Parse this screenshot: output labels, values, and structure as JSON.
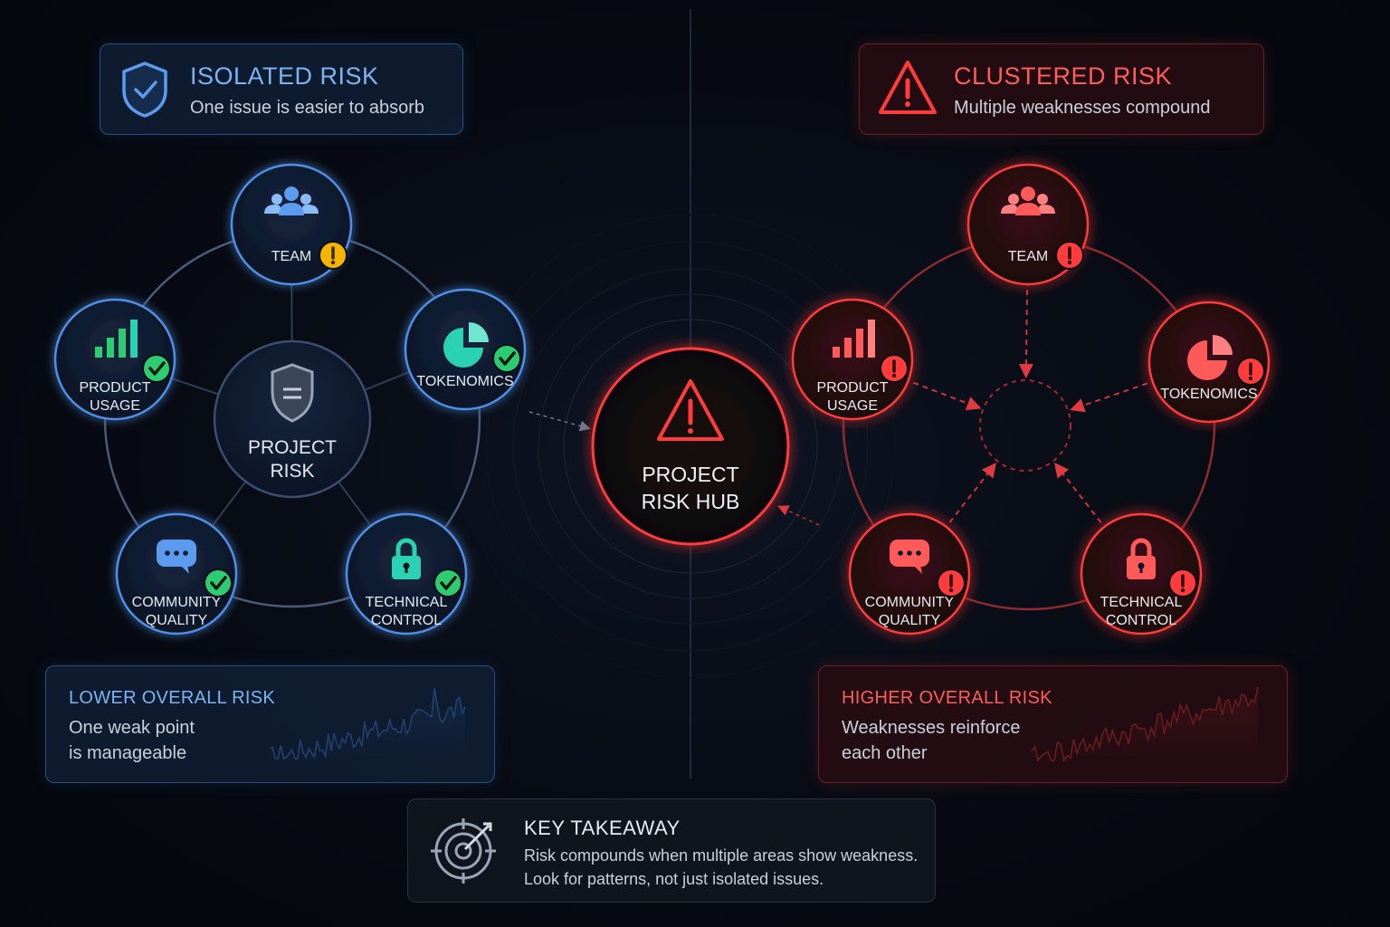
{
  "left_header": {
    "title": "ISOLATED RISK",
    "subtitle": "One issue is easier to absorb",
    "icon": "shield-check-icon"
  },
  "right_header": {
    "title": "CLUSTERED RISK",
    "subtitle": "Multiple weaknesses compound",
    "icon": "warning-triangle-icon"
  },
  "left_center": {
    "line1": "PROJECT",
    "line2": "RISK"
  },
  "hub": {
    "line1": "PROJECT",
    "line2": "RISK HUB"
  },
  "left_nodes": [
    {
      "label1": "TEAM",
      "label2": "",
      "icon": "team-icon",
      "status": "warning"
    },
    {
      "label1": "TOKENOMICS",
      "label2": "",
      "icon": "pie-chart-icon",
      "status": "ok"
    },
    {
      "label1": "TECHNICAL",
      "label2": "CONTROL",
      "icon": "lock-icon",
      "status": "ok"
    },
    {
      "label1": "COMMUNITY",
      "label2": "QUALITY",
      "icon": "chat-icon",
      "status": "ok"
    },
    {
      "label1": "PRODUCT",
      "label2": "USAGE",
      "icon": "bar-chart-icon",
      "status": "ok"
    }
  ],
  "right_nodes": [
    {
      "label1": "TEAM",
      "label2": "",
      "icon": "team-icon",
      "status": "alert"
    },
    {
      "label1": "TOKENOMICS",
      "label2": "",
      "icon": "pie-chart-icon",
      "status": "alert"
    },
    {
      "label1": "TECHNICAL",
      "label2": "CONTROL",
      "icon": "lock-icon",
      "status": "alert"
    },
    {
      "label1": "COMMUNITY",
      "label2": "QUALITY",
      "icon": "chat-icon",
      "status": "alert"
    },
    {
      "label1": "PRODUCT",
      "label2": "USAGE",
      "icon": "bar-chart-icon",
      "status": "alert"
    }
  ],
  "left_summary": {
    "title": "LOWER OVERALL RISK",
    "line1": "One weak point",
    "line2": "is manageable"
  },
  "right_summary": {
    "title": "HIGHER OVERALL RISK",
    "line1": "Weaknesses reinforce",
    "line2": "each other"
  },
  "takeaway": {
    "title": "KEY TAKEAWAY",
    "line1": "Risk compounds when multiple areas show weakness.",
    "line2": "Look for patterns, not just isolated issues.",
    "icon": "target-icon"
  },
  "colors": {
    "blue": "#5b9cf0",
    "red": "#ff4a4a",
    "green": "#2ecc71",
    "yellow": "#f5b400",
    "teal": "#2ad1b3"
  }
}
